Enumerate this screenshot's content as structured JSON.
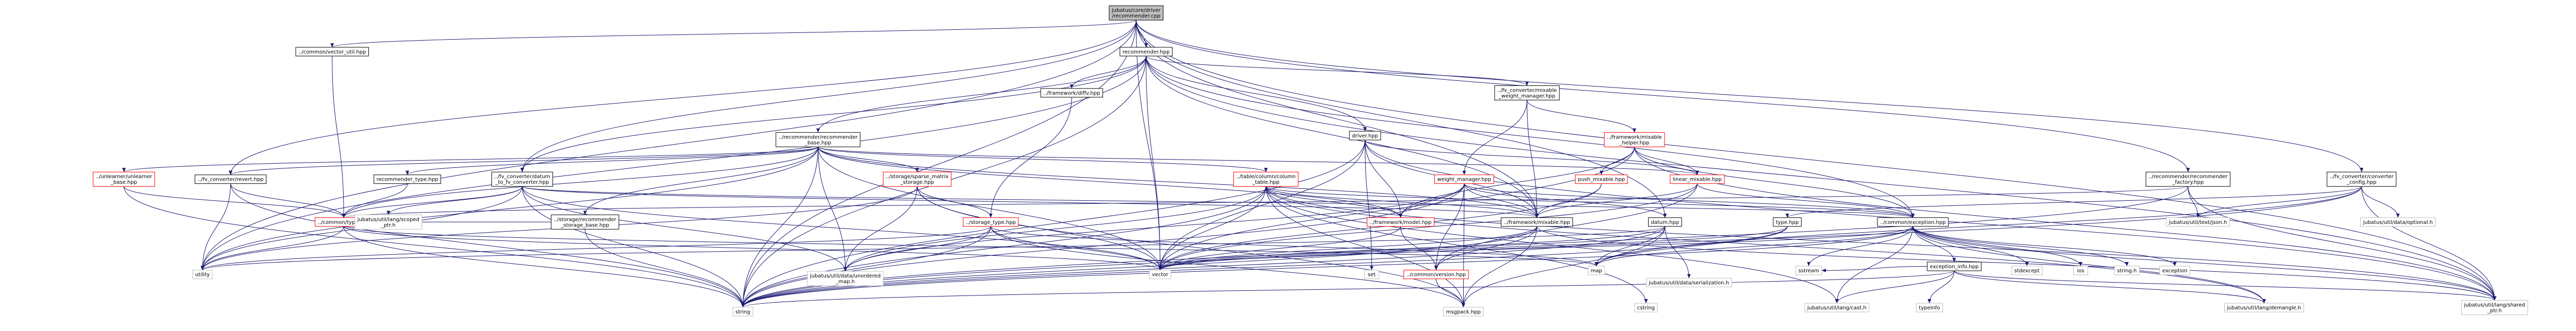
{
  "diagram": {
    "title": "include dependency graph",
    "nodes": [
      {
        "id": "root",
        "lines": [
          "jubatus/core/driver",
          "/recommender.cpp"
        ],
        "kind": "root"
      },
      {
        "id": "vector_util",
        "lines": [
          "../common/vector_util.hpp"
        ],
        "kind": "normal"
      },
      {
        "id": "recommender_hpp",
        "lines": [
          "recommender.hpp"
        ],
        "kind": "normal"
      },
      {
        "id": "diffv",
        "lines": [
          "../framework/diffv.hpp"
        ],
        "kind": "normal"
      },
      {
        "id": "fv_mixable_weight",
        "lines": [
          "../fv_converter/mixable",
          "_weight_manager.hpp"
        ],
        "kind": "normal"
      },
      {
        "id": "driver_hpp",
        "lines": [
          "driver.hpp"
        ],
        "kind": "normal"
      },
      {
        "id": "rec_rec_base",
        "lines": [
          "../recommender/recommender",
          "_base.hpp"
        ],
        "kind": "normal"
      },
      {
        "id": "fw_mixable_helper",
        "lines": [
          "../framework/mixable",
          "_helper.hpp"
        ],
        "kind": "red"
      },
      {
        "id": "unlearner_base",
        "lines": [
          "../unlearner/unlearner",
          "_base.hpp"
        ],
        "kind": "red"
      },
      {
        "id": "fv_revert",
        "lines": [
          "../fv_converter/revert.hpp"
        ],
        "kind": "normal"
      },
      {
        "id": "recommender_type",
        "lines": [
          "recommender_type.hpp"
        ],
        "kind": "normal"
      },
      {
        "id": "fv_datum_to_fv",
        "lines": [
          "../fv_converter/datum",
          "_to_fv_converter.hpp"
        ],
        "kind": "normal"
      },
      {
        "id": "storage_sparse_matrix",
        "lines": [
          "../storage/sparse_matrix",
          "_storage.hpp"
        ],
        "kind": "red"
      },
      {
        "id": "table_column_table",
        "lines": [
          "../table/column/column",
          "_table.hpp"
        ],
        "kind": "red"
      },
      {
        "id": "weight_manager",
        "lines": [
          "weight_manager.hpp"
        ],
        "kind": "red"
      },
      {
        "id": "push_mixable",
        "lines": [
          "push_mixable.hpp"
        ],
        "kind": "red"
      },
      {
        "id": "linear_mixable",
        "lines": [
          "linear_mixable.hpp"
        ],
        "kind": "red"
      },
      {
        "id": "rec_factory",
        "lines": [
          "../recommender/recommender",
          "_factory.hpp"
        ],
        "kind": "normal"
      },
      {
        "id": "fv_converter_config",
        "lines": [
          "../fv_converter/converter",
          "_config.hpp"
        ],
        "kind": "normal"
      },
      {
        "id": "common_type",
        "lines": [
          "../common/type.hpp"
        ],
        "kind": "red"
      },
      {
        "id": "scoped_ptr",
        "lines": [
          "jubatus/util/lang/scoped",
          "_ptr.h"
        ],
        "kind": "gray"
      },
      {
        "id": "storage_rec_base",
        "lines": [
          "../storage/recommender",
          "_storage_base.hpp"
        ],
        "kind": "normal"
      },
      {
        "id": "storage_type",
        "lines": [
          "../storage_type.hpp"
        ],
        "kind": "red"
      },
      {
        "id": "fw_model",
        "lines": [
          "../framework/model.hpp"
        ],
        "kind": "red"
      },
      {
        "id": "fw_mixable",
        "lines": [
          "../framework/mixable.hpp"
        ],
        "kind": "normal"
      },
      {
        "id": "datum",
        "lines": [
          "datum.hpp"
        ],
        "kind": "normal"
      },
      {
        "id": "common_exception",
        "lines": [
          "../common/exception.hpp"
        ],
        "kind": "normal"
      },
      {
        "id": "type_hpp",
        "lines": [
          "type.hpp"
        ],
        "kind": "normal"
      },
      {
        "id": "jubatus_text_json",
        "lines": [
          "jubatus/util/text/json.h"
        ],
        "kind": "gray"
      },
      {
        "id": "jubatus_optional",
        "lines": [
          "jubatus/util/data/optional.h"
        ],
        "kind": "gray"
      },
      {
        "id": "utility",
        "lines": [
          "utility"
        ],
        "kind": "gray"
      },
      {
        "id": "unordered_map",
        "lines": [
          "jubatus/util/data/unordered",
          "_map.h"
        ],
        "kind": "gray"
      },
      {
        "id": "common_version",
        "lines": [
          "../common/version.hpp"
        ],
        "kind": "red"
      },
      {
        "id": "map",
        "lines": [
          "map"
        ],
        "kind": "gray"
      },
      {
        "id": "vector",
        "lines": [
          "vector"
        ],
        "kind": "gray"
      },
      {
        "id": "set",
        "lines": [
          "set"
        ],
        "kind": "gray"
      },
      {
        "id": "serialization",
        "lines": [
          "jubatus/util/data/serialization.h"
        ],
        "kind": "gray"
      },
      {
        "id": "sstream",
        "lines": [
          "sstream"
        ],
        "kind": "gray"
      },
      {
        "id": "exception_info",
        "lines": [
          "exception_info.hpp"
        ],
        "kind": "normal"
      },
      {
        "id": "stdexcept",
        "lines": [
          "stdexcept"
        ],
        "kind": "gray"
      },
      {
        "id": "ios",
        "lines": [
          "ios"
        ],
        "kind": "gray"
      },
      {
        "id": "string_h",
        "lines": [
          "string.h"
        ],
        "kind": "gray"
      },
      {
        "id": "exception",
        "lines": [
          "exception"
        ],
        "kind": "gray"
      },
      {
        "id": "string",
        "lines": [
          "string"
        ],
        "kind": "gray"
      },
      {
        "id": "msgpack",
        "lines": [
          "msgpack.hpp"
        ],
        "kind": "gray"
      },
      {
        "id": "cstring",
        "lines": [
          "cstring"
        ],
        "kind": "gray"
      },
      {
        "id": "typeinfo",
        "lines": [
          "typeinfo"
        ],
        "kind": "gray"
      },
      {
        "id": "lang_cast",
        "lines": [
          "jubatus/util/lang/cast.h"
        ],
        "kind": "gray"
      },
      {
        "id": "demangle",
        "lines": [
          "jubatus/util/lang/demangle.h"
        ],
        "kind": "gray"
      },
      {
        "id": "shared_ptr",
        "lines": [
          "jubatus/util/lang/shared",
          "_ptr.h"
        ],
        "kind": "gray"
      }
    ],
    "edges": [
      [
        "root",
        "vector_util"
      ],
      [
        "root",
        "recommender_hpp"
      ],
      [
        "root",
        "fv_datum_to_fv"
      ],
      [
        "root",
        "fv_revert"
      ],
      [
        "root",
        "utility"
      ],
      [
        "root",
        "vector"
      ],
      [
        "root",
        "string"
      ],
      [
        "root",
        "shared_ptr"
      ],
      [
        "root",
        "rec_factory"
      ],
      [
        "root",
        "fv_converter_config"
      ],
      [
        "root",
        "datum"
      ],
      [
        "root",
        "fw_mixable"
      ],
      [
        "vector_util",
        "common_type"
      ],
      [
        "recommender_hpp",
        "diffv"
      ],
      [
        "recommender_hpp",
        "fv_mixable_weight"
      ],
      [
        "recommender_hpp",
        "driver_hpp"
      ],
      [
        "recommender_hpp",
        "rec_rec_base"
      ],
      [
        "recommender_hpp",
        "fv_datum_to_fv"
      ],
      [
        "recommender_hpp",
        "fw_mixable"
      ],
      [
        "recommender_hpp",
        "common_exception"
      ],
      [
        "recommender_hpp",
        "vector"
      ],
      [
        "recommender_hpp",
        "string"
      ],
      [
        "recommender_hpp",
        "utility"
      ],
      [
        "recommender_hpp",
        "shared_ptr"
      ],
      [
        "diffv",
        "storage_type"
      ],
      [
        "fv_mixable_weight",
        "fw_mixable_helper"
      ],
      [
        "fv_mixable_weight",
        "weight_manager"
      ],
      [
        "fv_mixable_weight",
        "fw_mixable"
      ],
      [
        "driver_hpp",
        "fw_model"
      ],
      [
        "driver_hpp",
        "fw_mixable"
      ],
      [
        "driver_hpp",
        "vector"
      ],
      [
        "driver_hpp",
        "set"
      ],
      [
        "driver_hpp",
        "string"
      ],
      [
        "driver_hpp",
        "shared_ptr"
      ],
      [
        "driver_hpp",
        "linear_mixable"
      ],
      [
        "rec_rec_base",
        "unlearner_base"
      ],
      [
        "rec_rec_base",
        "fv_revert"
      ],
      [
        "rec_rec_base",
        "recommender_type"
      ],
      [
        "rec_rec_base",
        "storage_sparse_matrix"
      ],
      [
        "rec_rec_base",
        "storage_rec_base"
      ],
      [
        "rec_rec_base",
        "fw_model"
      ],
      [
        "rec_rec_base",
        "fw_mixable"
      ],
      [
        "rec_rec_base",
        "common_type"
      ],
      [
        "rec_rec_base",
        "vector"
      ],
      [
        "rec_rec_base",
        "string"
      ],
      [
        "rec_rec_base",
        "utility"
      ],
      [
        "rec_rec_base",
        "unordered_map"
      ],
      [
        "rec_rec_base",
        "table_column_table"
      ],
      [
        "rec_rec_base",
        "linear_mixable"
      ],
      [
        "fw_mixable_helper",
        "push_mixable"
      ],
      [
        "fw_mixable_helper",
        "linear_mixable"
      ],
      [
        "fw_mixable_helper",
        "fw_model"
      ],
      [
        "fw_mixable_helper",
        "shared_ptr"
      ],
      [
        "fw_mixable_helper",
        "common_exception"
      ],
      [
        "fw_mixable_helper",
        "vector"
      ],
      [
        "unlearner_base",
        "string"
      ],
      [
        "unlearner_base",
        "common_type"
      ],
      [
        "fv_revert",
        "common_type"
      ],
      [
        "fv_revert",
        "utility"
      ],
      [
        "fv_revert",
        "string"
      ],
      [
        "recommender_type",
        "common_type"
      ],
      [
        "fv_datum_to_fv",
        "scoped_ptr"
      ],
      [
        "fv_datum_to_fv",
        "common_type"
      ],
      [
        "fv_datum_to_fv",
        "utility"
      ],
      [
        "fv_datum_to_fv",
        "string"
      ],
      [
        "fv_datum_to_fv",
        "vector"
      ],
      [
        "fv_datum_to_fv",
        "unordered_map"
      ],
      [
        "fv_datum_to_fv",
        "fw_mixable"
      ],
      [
        "fv_datum_to_fv",
        "common_exception"
      ],
      [
        "storage_sparse_matrix",
        "storage_type"
      ],
      [
        "storage_sparse_matrix",
        "unordered_map"
      ],
      [
        "storage_sparse_matrix",
        "vector"
      ],
      [
        "storage_sparse_matrix",
        "utility"
      ],
      [
        "storage_sparse_matrix",
        "msgpack"
      ],
      [
        "table_column_table",
        "fw_model"
      ],
      [
        "table_column_table",
        "vector"
      ],
      [
        "table_column_table",
        "string"
      ],
      [
        "table_column_table",
        "msgpack"
      ],
      [
        "table_column_table",
        "cstring"
      ],
      [
        "table_column_table",
        "unordered_map"
      ],
      [
        "table_column_table",
        "common_exception"
      ],
      [
        "table_column_table",
        "shared_ptr"
      ],
      [
        "table_column_table",
        "lang_cast"
      ],
      [
        "table_column_table",
        "demangle"
      ],
      [
        "table_column_table",
        "fw_mixable"
      ],
      [
        "weight_manager",
        "fw_model"
      ],
      [
        "weight_manager",
        "msgpack"
      ],
      [
        "weight_manager",
        "string"
      ],
      [
        "weight_manager",
        "unordered_map"
      ],
      [
        "weight_manager",
        "datum"
      ],
      [
        "weight_manager",
        "fw_mixable"
      ],
      [
        "weight_manager",
        "common_version"
      ],
      [
        "weight_manager",
        "common_exception"
      ],
      [
        "push_mixable",
        "fw_mixable"
      ],
      [
        "push_mixable",
        "vector"
      ],
      [
        "linear_mixable",
        "fw_mixable"
      ],
      [
        "linear_mixable",
        "vector"
      ],
      [
        "linear_mixable",
        "common_exception"
      ],
      [
        "linear_mixable",
        "common_version"
      ],
      [
        "rec_factory",
        "jubatus_text_json"
      ],
      [
        "rec_factory",
        "common_type"
      ],
      [
        "rec_factory",
        "string"
      ],
      [
        "rec_factory",
        "shared_ptr"
      ],
      [
        "fv_converter_config",
        "jubatus_text_json"
      ],
      [
        "fv_converter_config",
        "jubatus_optional"
      ],
      [
        "fv_converter_config",
        "map"
      ],
      [
        "fv_converter_config",
        "string"
      ],
      [
        "fv_converter_config",
        "shared_ptr"
      ],
      [
        "fv_converter_config",
        "type_hpp"
      ],
      [
        "common_type",
        "utility"
      ],
      [
        "common_type",
        "string"
      ],
      [
        "common_type",
        "vector"
      ],
      [
        "common_type",
        "map"
      ],
      [
        "storage_rec_base",
        "string"
      ],
      [
        "storage_rec_base",
        "common_type"
      ],
      [
        "storage_type",
        "vector"
      ],
      [
        "storage_type",
        "string"
      ],
      [
        "storage_type",
        "map"
      ],
      [
        "storage_type",
        "utility"
      ],
      [
        "storage_type",
        "unordered_map"
      ],
      [
        "storage_type",
        "msgpack"
      ],
      [
        "fw_model",
        "common_version"
      ],
      [
        "fw_model",
        "vector"
      ],
      [
        "fw_mixable",
        "common_version"
      ],
      [
        "fw_mixable",
        "vector"
      ],
      [
        "fw_mixable",
        "string"
      ],
      [
        "fw_mixable",
        "msgpack"
      ],
      [
        "fw_mixable",
        "shared_ptr"
      ],
      [
        "datum",
        "vector"
      ],
      [
        "datum",
        "utility"
      ],
      [
        "datum",
        "string"
      ],
      [
        "datum",
        "msgpack"
      ],
      [
        "datum",
        "serialization"
      ],
      [
        "datum",
        "map"
      ],
      [
        "common_exception",
        "exception_info"
      ],
      [
        "common_exception",
        "sstream"
      ],
      [
        "common_exception",
        "stdexcept"
      ],
      [
        "common_exception",
        "ios"
      ],
      [
        "common_exception",
        "string_h"
      ],
      [
        "common_exception",
        "exception"
      ],
      [
        "common_exception",
        "shared_ptr"
      ],
      [
        "common_exception",
        "map"
      ],
      [
        "common_exception",
        "vector"
      ],
      [
        "common_exception",
        "string"
      ],
      [
        "common_exception",
        "demangle"
      ],
      [
        "common_exception",
        "lang_cast"
      ],
      [
        "type_hpp",
        "string"
      ],
      [
        "type_hpp",
        "map"
      ],
      [
        "type_hpp",
        "vector"
      ],
      [
        "common_version",
        "msgpack"
      ],
      [
        "exception_info",
        "typeinfo"
      ],
      [
        "exception_info",
        "string"
      ],
      [
        "exception_info",
        "sstream"
      ],
      [
        "exception_info",
        "lang_cast"
      ],
      [
        "exception_info",
        "demangle"
      ],
      [
        "exception_info",
        "shared_ptr"
      ]
    ]
  }
}
